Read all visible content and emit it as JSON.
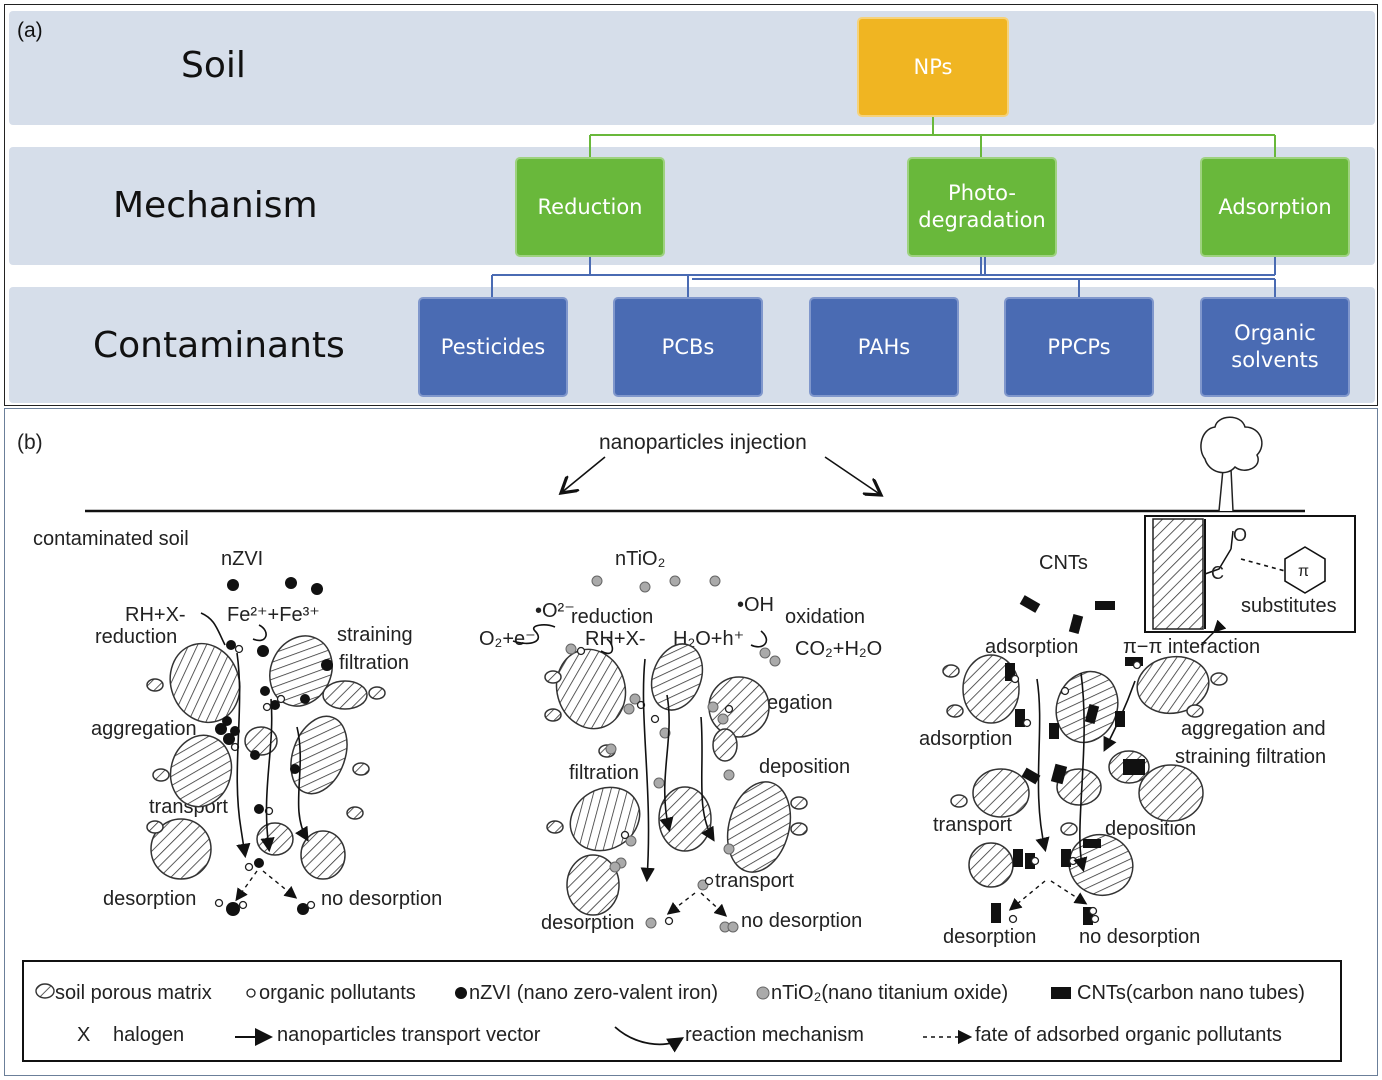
{
  "panel_a": {
    "tag": "(a)",
    "rows": {
      "soil": "Soil",
      "mechanism": "Mechanism",
      "contaminants": "Contaminants"
    },
    "np_box": "NPs",
    "mechanisms": [
      "Reduction",
      "Photo-\ndegradation",
      "Adsorption"
    ],
    "contaminants": [
      "Pesticides",
      "PCBs",
      "PAHs",
      "PPCPs",
      "Organic\nsolvents"
    ],
    "colors": {
      "band": "#d6deea",
      "np": "#f0b522",
      "mechanism": "#69b83b",
      "contaminant": "#4a6bb3",
      "green_line": "#69b83b",
      "blue_line": "#4a6bb3"
    }
  },
  "panel_b": {
    "tag": "(b)",
    "injection": "nanoparticles injection",
    "contaminated_soil": "contaminated soil",
    "nzvi": {
      "title": "nZVI",
      "rh": "RH+X-",
      "reduction": "reduction",
      "fe": "Fe²⁺+Fe³⁺",
      "straining": "straining",
      "filtration": "filtration",
      "aggregation": "aggregation",
      "transport": "transport",
      "desorption": "desorption",
      "no_desorption": "no  desorption"
    },
    "ntio2": {
      "title": "nTiO₂",
      "o2_sup": "•O²⁻",
      "reduction": "reduction",
      "o2e": "O₂+e⁻",
      "rh": "RH+X-",
      "oh": "•OH",
      "oxidation": "oxidation",
      "h2o": "H₂O+h⁺",
      "co2": "CO₂+H₂O",
      "aggregation": "aggregation",
      "filtration": "filtration",
      "deposition": "deposition",
      "transport": "transport",
      "desorption": "desorption",
      "no_desorption": "no  desorption"
    },
    "cnts": {
      "title": "CNTs",
      "substitutes": "substitutes",
      "pi": "π−π interaction",
      "adsorption_top": "adsorption",
      "adsorption_left": "adsorption",
      "aggregation": "aggregation and",
      "straining": "straining filtration",
      "transport": "transport",
      "deposition": "deposition",
      "desorption": "desorption",
      "no_desorption": "no  desorption",
      "inset_o": "O",
      "inset_c": "C",
      "inset_pi": "π"
    },
    "legend": {
      "soil": "soil porous matrix",
      "organic": "organic pollutants",
      "nzvi": "nZVI (nano zero-valent iron)",
      "ntio2": "nTiO₂(nano titanium oxide)",
      "cnts": "CNTs(carbon nano tubes)",
      "x_symbol": "X",
      "halogen": "halogen",
      "vector": "nanoparticles transport vector",
      "reaction": "reaction mechanism",
      "fate": "fate  of  adsorbed organic pollutants"
    }
  }
}
